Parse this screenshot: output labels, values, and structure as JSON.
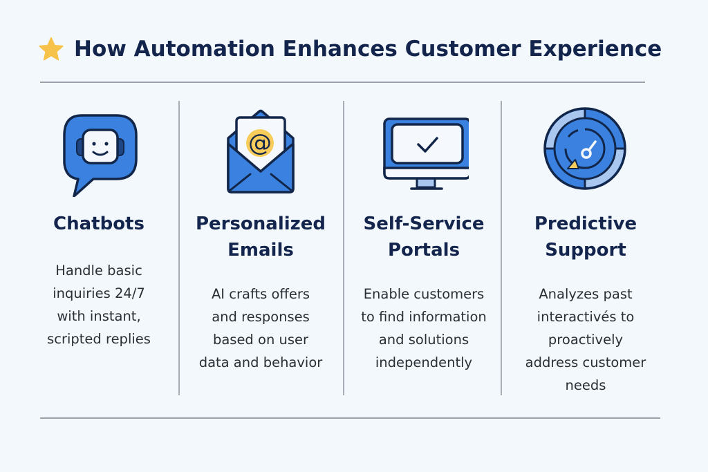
{
  "header": {
    "icon": "star-icon",
    "title": "How Automation Enhances Customer Experience"
  },
  "colors": {
    "title": "#13254d",
    "primary_blue": "#3b82e0",
    "dark_outline": "#12264a",
    "light_blue": "#a9c7ef",
    "accent_yellow": "#f7cc5b",
    "background": "#f3f8fc",
    "divider": "#a6adb4"
  },
  "columns": [
    {
      "icon": "chatbot-icon",
      "title_line1": "Chatbots",
      "title_line2": "",
      "desc_lines": [
        "Handle basic",
        "inquiries 24/7",
        "with instant,",
        "scripted replies"
      ]
    },
    {
      "icon": "email-icon",
      "title_line1": "Personalized",
      "title_line2": "Emails",
      "desc_lines": [
        "AI crafts offers",
        "and responses",
        "based on user",
        "data and behavior"
      ]
    },
    {
      "icon": "monitor-check-icon",
      "title_line1": "Self-Service",
      "title_line2": "Portals",
      "desc_lines": [
        "Enable customers",
        "to find information",
        "and solutions",
        "independently"
      ]
    },
    {
      "icon": "radar-icon",
      "title_line1": "Predictive",
      "title_line2": "Support",
      "desc_lines": [
        "Analyzes past",
        "interactivés to",
        "proactively",
        "address customer",
        "needs"
      ]
    }
  ]
}
